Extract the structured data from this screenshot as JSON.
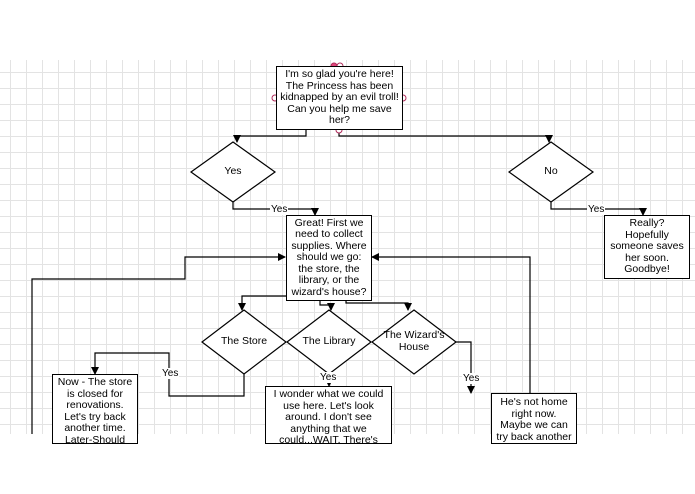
{
  "diagram": {
    "nodes": {
      "start": "I'm so glad you're here! The Princess has been kidnapped by an evil troll! Can you help me save her?",
      "yes_choice": "Yes",
      "no_choice": "No",
      "supplies": "Great! First we need to collect supplies. Where should we go: the store, the library, or the wizard's house?",
      "goodbye": "Really? Hopefully someone saves her soon. Goodbye!",
      "store": "The Store",
      "library": "The Library",
      "wizard": "The Wizard's House",
      "store_closed": "Now - The store is closed for renovations. Let's try back another time. Later-Should",
      "library_text": "I wonder what we could use here. Let's look around. I don't see anything that we could...WAIT. There's",
      "wizard_away": "He's not home right now. Maybe we can try back another time"
    },
    "edges": {
      "yes_to_supplies": "Yes",
      "no_to_goodbye": "Yes",
      "store_to_closed": "Yes",
      "library_to_text": "Yes",
      "wizard_to_away": "Yes"
    },
    "colors": {
      "line": "#000000",
      "grid": "#e3e3e3",
      "handle": "#e0457b"
    }
  }
}
